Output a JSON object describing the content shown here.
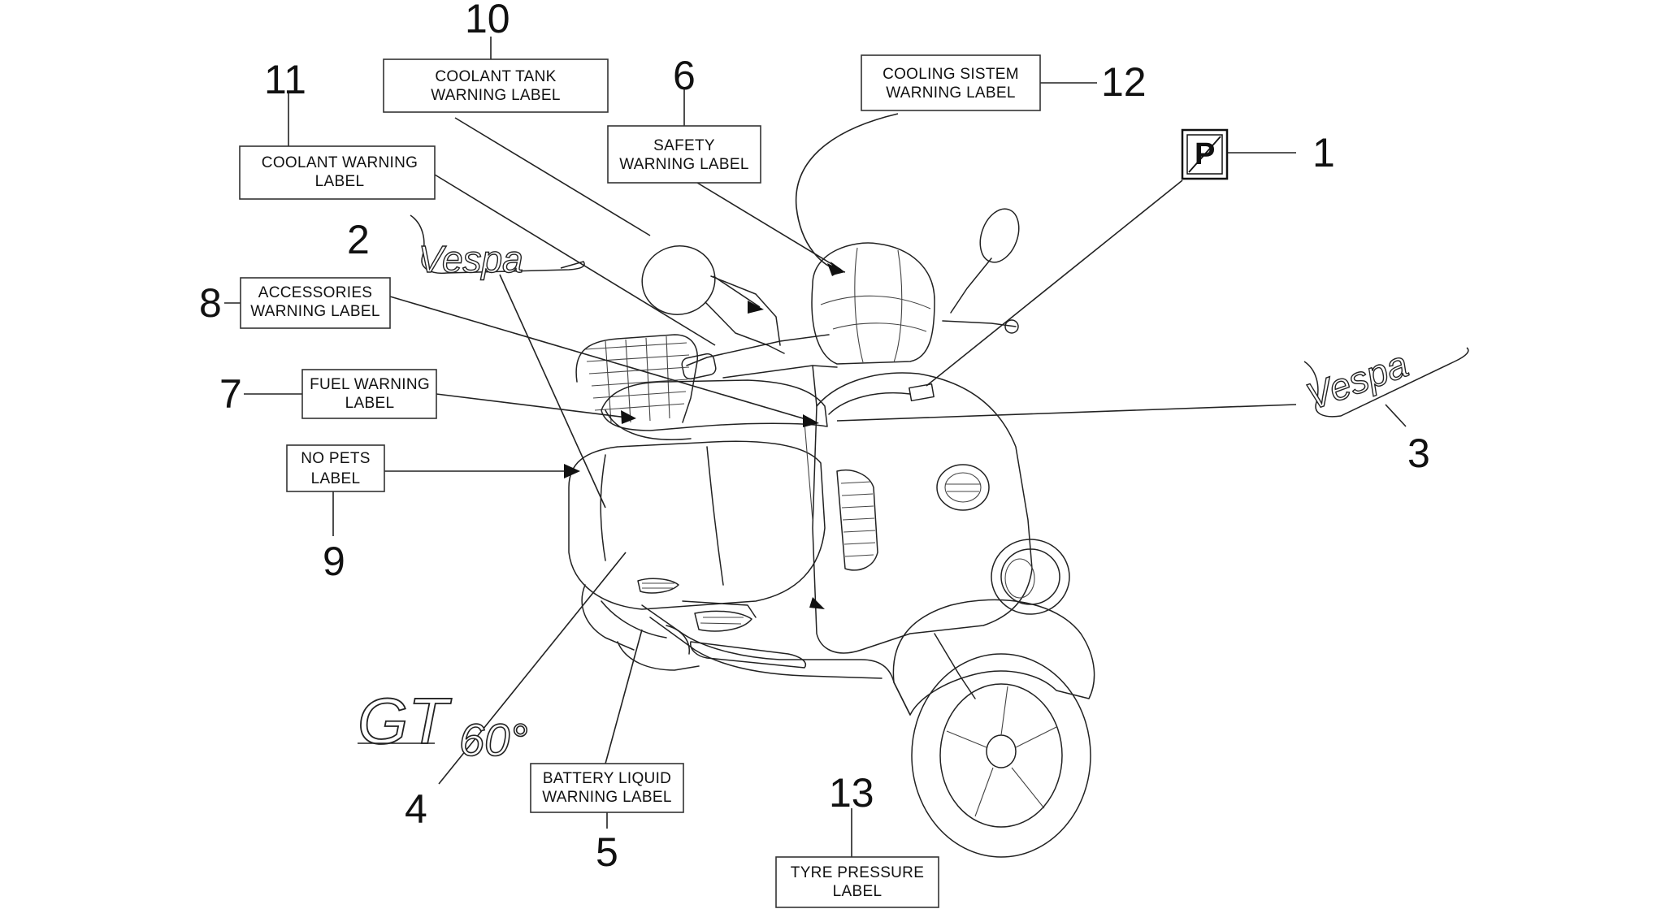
{
  "callouts": [
    {
      "num": "1"
    },
    {
      "num": "2"
    },
    {
      "num": "3"
    },
    {
      "num": "4"
    },
    {
      "num": "5",
      "lines": [
        "BATTERY LIQUID",
        "WARNING LABEL"
      ]
    },
    {
      "num": "6",
      "lines": [
        "SAFETY",
        "WARNING LABEL"
      ]
    },
    {
      "num": "7",
      "lines": [
        "FUEL WARNING",
        "LABEL"
      ]
    },
    {
      "num": "8",
      "lines": [
        "ACCESSORIES",
        "WARNING LABEL"
      ]
    },
    {
      "num": "9",
      "lines": [
        "NO PETS",
        "LABEL"
      ]
    },
    {
      "num": "10",
      "lines": [
        "COOLANT TANK",
        "WARNING LABEL"
      ]
    },
    {
      "num": "11",
      "lines": [
        "COOLANT WARNING",
        "LABEL"
      ]
    },
    {
      "num": "12",
      "lines": [
        "COOLING SISTEM",
        "WARNING LABEL"
      ]
    },
    {
      "num": "13",
      "lines": [
        "TYRE PRESSURE",
        "LABEL"
      ]
    }
  ],
  "logos": {
    "brand_left": "Vespa",
    "brand_right": "Vespa",
    "model_main": "GT",
    "model_sub": "60°",
    "parking_symbol": "P"
  },
  "icons": {
    "scooter": "scooter-outline-drawing",
    "helmet": "helmet-outline",
    "parking": "parking-label-icon"
  }
}
